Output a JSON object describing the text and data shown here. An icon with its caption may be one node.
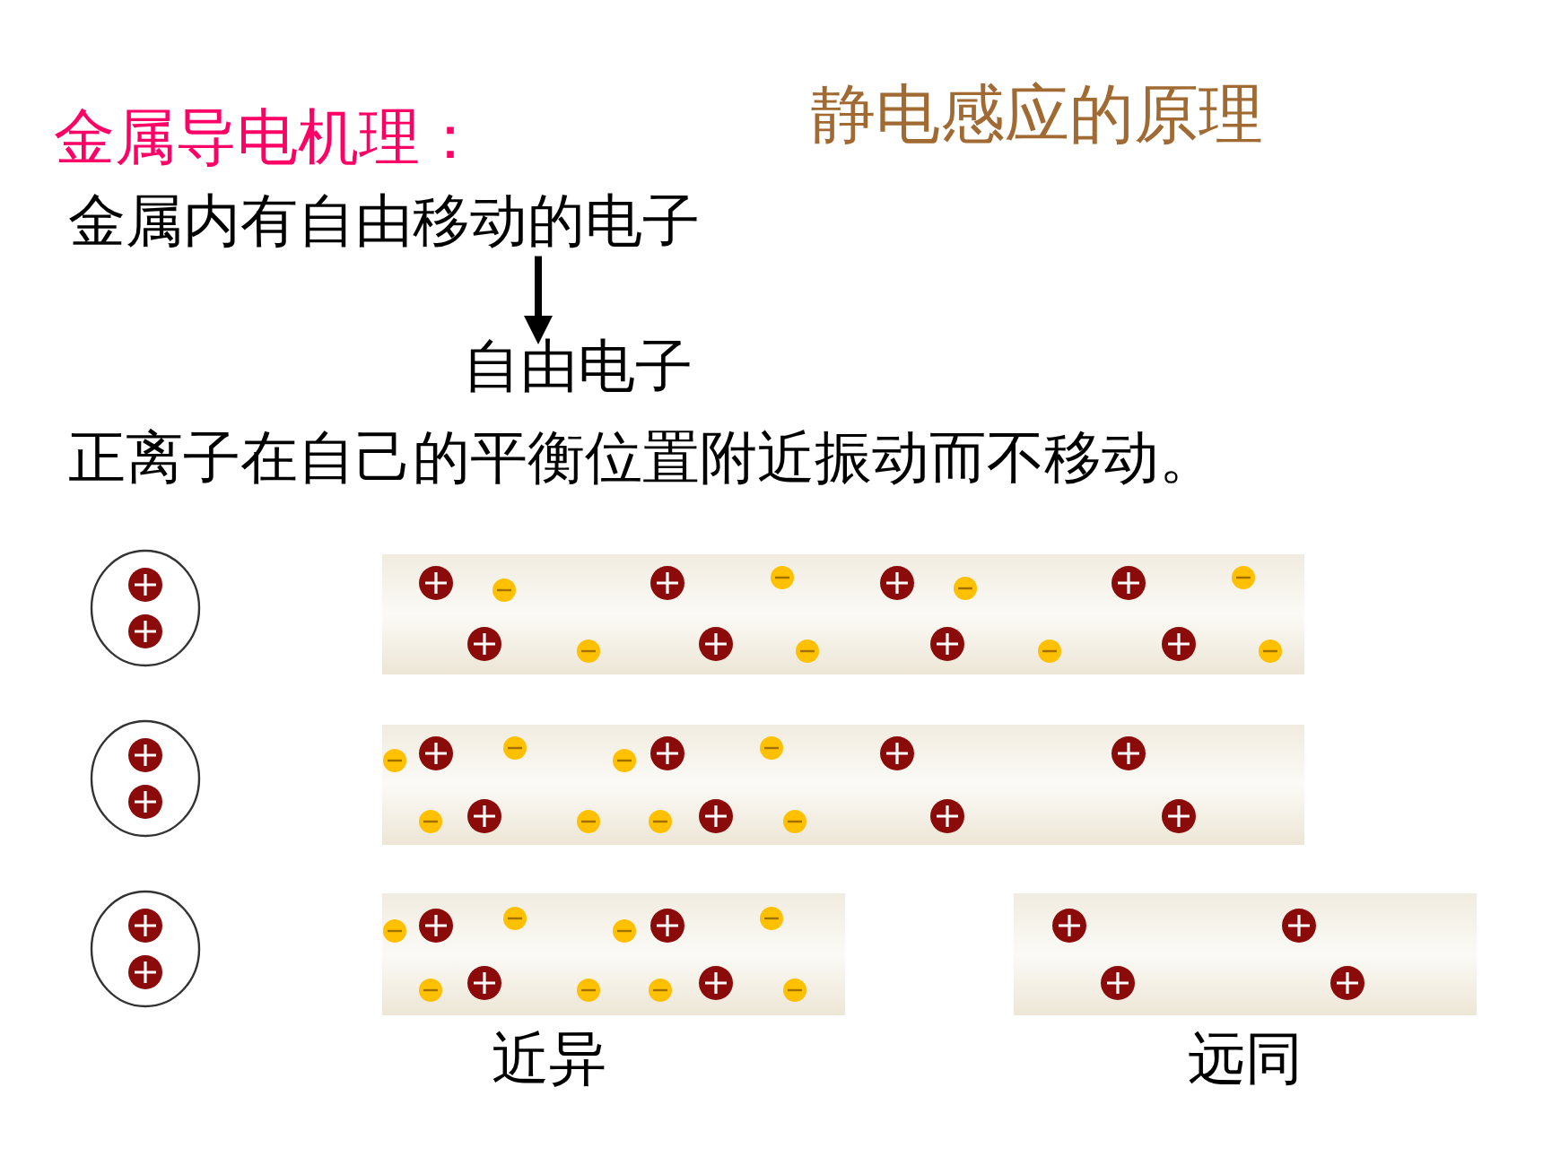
{
  "diagram": {
    "title": "静电感应的原理",
    "nodes": [
      {
        "text": [
          "金属内有自由移动的电子"
        ]
      },
      {
        "text": [
          "自由电子"
        ]
      }
    ],
    "edges": [
      {
        "from": 0,
        "to": 1,
        "arrow": "to"
      }
    ],
    "labels": [
      "金属导电机理：",
      "正离子在自己的平衡位置附近振动而不移动。",
      "近异",
      "远同"
    ]
  }
}
